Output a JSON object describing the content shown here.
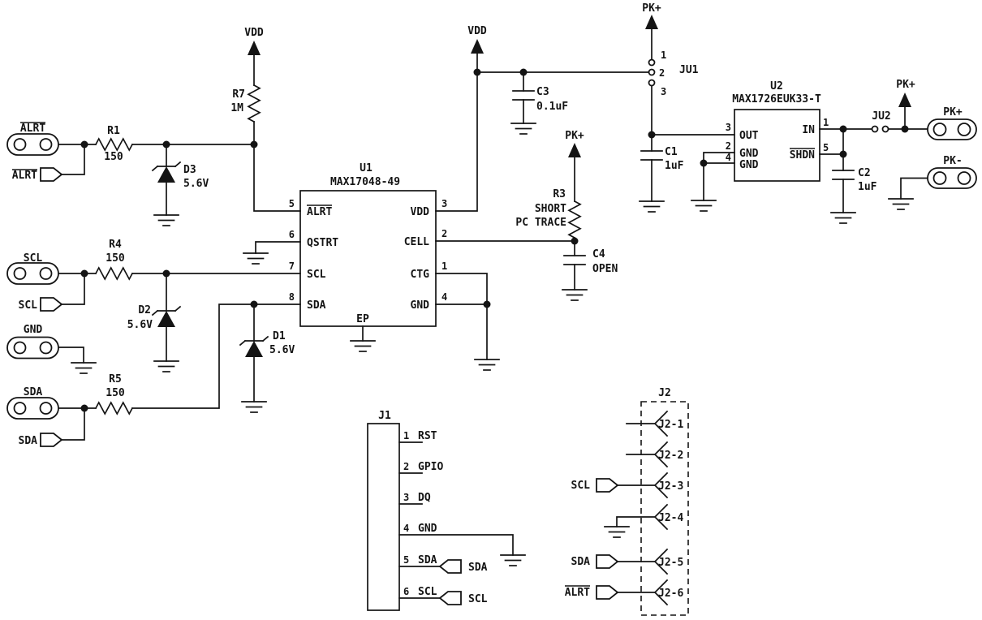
{
  "power": {
    "vdd": "VDD",
    "pkp": "PK+",
    "pkm": "PK-"
  },
  "pads": {
    "alrt": "ALRT",
    "scl": "SCL",
    "gnd": "GND",
    "sda": "SDA",
    "pkp": "PK+",
    "pkm": "PK-"
  },
  "tags": {
    "alrt": "ALRT",
    "scl": "SCL",
    "sda": "SDA"
  },
  "resistors": {
    "r1": {
      "ref": "R1",
      "val": "150"
    },
    "r4": {
      "ref": "R4",
      "val": "150"
    },
    "r5": {
      "ref": "R5",
      "val": "150"
    },
    "r7": {
      "ref": "R7",
      "val": "1M"
    },
    "r3": {
      "ref": "R3",
      "note1": "SHORT",
      "note2": "PC TRACE"
    }
  },
  "caps": {
    "c1": {
      "ref": "C1",
      "val": "1uF"
    },
    "c2": {
      "ref": "C2",
      "val": "1uF"
    },
    "c3": {
      "ref": "C3",
      "val": "0.1uF"
    },
    "c4": {
      "ref": "C4",
      "val": "OPEN"
    }
  },
  "diodes": {
    "d1": {
      "ref": "D1",
      "val": "5.6V"
    },
    "d2": {
      "ref": "D2",
      "val": "5.6V"
    },
    "d3": {
      "ref": "D3",
      "val": "5.6V"
    }
  },
  "u1": {
    "ref": "U1",
    "part": "MAX17048-49",
    "ep": "EP",
    "pins": {
      "alrt": {
        "n": "5",
        "name": "ALRT"
      },
      "qstrt": {
        "n": "6",
        "name": "QSTRT"
      },
      "scl": {
        "n": "7",
        "name": "SCL"
      },
      "sda": {
        "n": "8",
        "name": "SDA"
      },
      "vdd": {
        "n": "3",
        "name": "VDD"
      },
      "cell": {
        "n": "2",
        "name": "CELL"
      },
      "ctg": {
        "n": "1",
        "name": "CTG"
      },
      "gnd": {
        "n": "4",
        "name": "GND"
      }
    }
  },
  "u2": {
    "ref": "U2",
    "part": "MAX1726EUK33-T",
    "pins": {
      "out": {
        "n": "3",
        "name": "OUT"
      },
      "gnd2": {
        "n": "2",
        "name": "GND"
      },
      "gnd4": {
        "n": "4",
        "name": "GND"
      },
      "in": {
        "n": "1",
        "name": "IN"
      },
      "shdn": {
        "n": "5",
        "name": "SHDN"
      }
    }
  },
  "ju1": {
    "ref": "JU1",
    "p1": "1",
    "p2": "2",
    "p3": "3"
  },
  "ju2": {
    "ref": "JU2"
  },
  "j1": {
    "ref": "J1",
    "pins": [
      {
        "n": "1",
        "name": "RST"
      },
      {
        "n": "2",
        "name": "GPIO"
      },
      {
        "n": "3",
        "name": "DQ"
      },
      {
        "n": "4",
        "name": "GND"
      },
      {
        "n": "5",
        "name": "SDA"
      },
      {
        "n": "6",
        "name": "SCL"
      }
    ],
    "sda_tag": "SDA",
    "scl_tag": "SCL"
  },
  "j2": {
    "ref": "J2",
    "pins": [
      "J2-1",
      "J2-2",
      "J2-3",
      "J2-4",
      "J2-5",
      "J2-6"
    ],
    "scl_tag": "SCL",
    "sda_tag": "SDA",
    "alrt_tag": "ALRT"
  }
}
